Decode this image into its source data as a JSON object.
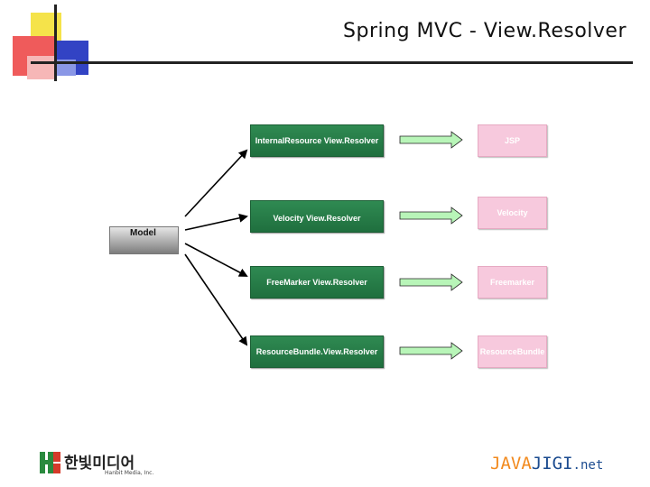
{
  "slide": {
    "title": "Spring MVC - View.Resolver"
  },
  "diagram": {
    "model": "Model",
    "resolvers": [
      "InternalResource View.Resolver",
      "Velocity View.Resolver",
      "FreeMarker View.Resolver",
      "ResourceBundle.View.Resolver"
    ],
    "views": [
      "JSP",
      "Velocity",
      "Freemarker",
      "ResourceBundle"
    ]
  },
  "footer": {
    "publisher_logo": "한빛미디어 Hanbit Media, Inc.",
    "site_logo_part1": "JAVA",
    "site_logo_part2": "JIGI",
    "site_logo_part3": ".net"
  },
  "colors": {
    "resolver_green": "#2f8a52",
    "view_pink": "#f7c9dd",
    "arrow_green": "#b8f5b8",
    "deco_yellow": "#f5e34a",
    "deco_red": "#e84a4a",
    "deco_blue": "#2e3fbf"
  }
}
